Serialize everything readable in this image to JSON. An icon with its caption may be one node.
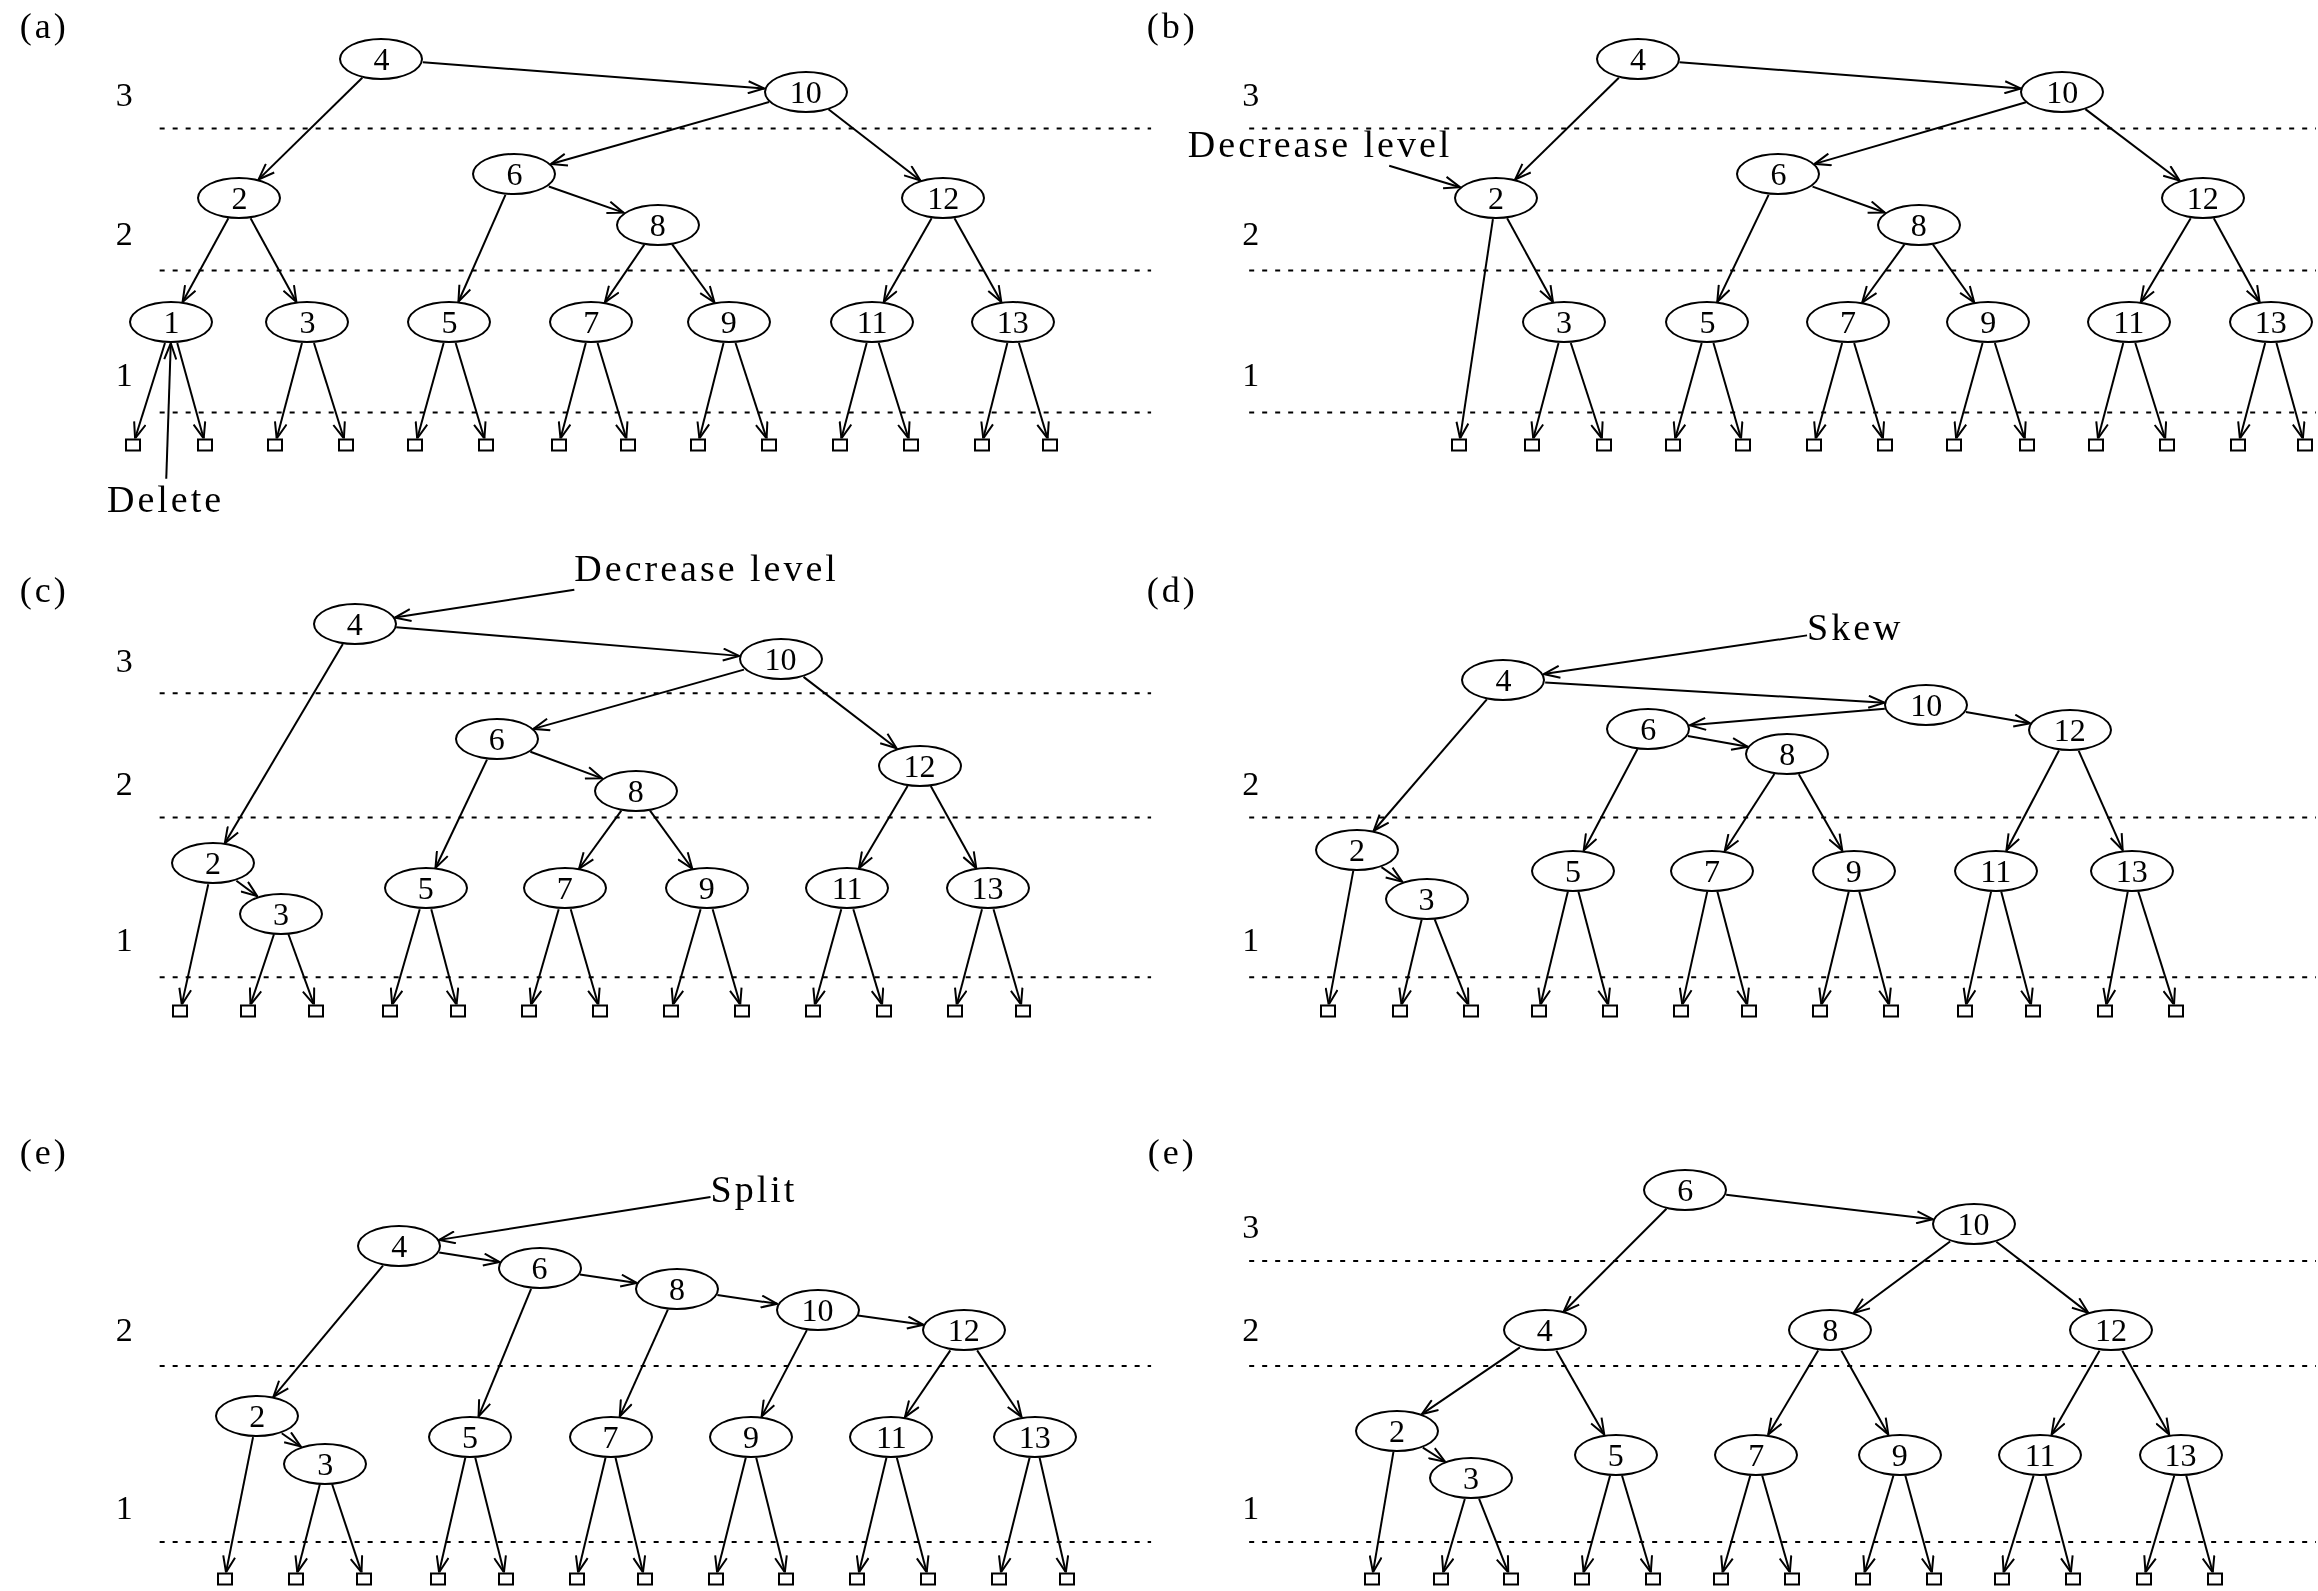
{
  "diagram": {
    "nodes": [
      {
        "text": [
          "4"
        ]
      },
      {
        "text": [
          "10"
        ]
      },
      {
        "text": [
          "2"
        ]
      },
      {
        "text": [
          "6"
        ]
      },
      {
        "text": [
          "8"
        ]
      },
      {
        "text": [
          "12"
        ]
      },
      {
        "text": [
          "1"
        ]
      },
      {
        "text": [
          "3"
        ]
      },
      {
        "text": [
          "5"
        ]
      },
      {
        "text": [
          "7"
        ]
      },
      {
        "text": [
          "9"
        ]
      },
      {
        "text": [
          "11"
        ]
      },
      {
        "text": [
          "13"
        ]
      },
      {
        "text": [],
        "shape": "box"
      },
      {
        "text": [],
        "shape": "box"
      },
      {
        "text": [],
        "shape": "box"
      },
      {
        "text": [],
        "shape": "box"
      },
      {
        "text": [],
        "shape": "box"
      },
      {
        "text": [],
        "shape": "box"
      },
      {
        "text": [],
        "shape": "box"
      },
      {
        "text": [],
        "shape": "box"
      },
      {
        "text": [],
        "shape": "box"
      },
      {
        "text": [],
        "shape": "box"
      },
      {
        "text": [],
        "shape": "box"
      },
      {
        "text": [],
        "shape": "box"
      },
      {
        "text": [],
        "shape": "box"
      },
      {
        "text": [],
        "shape": "box"
      },
      {
        "text": [
          "Delete"
        ]
      },
      {
        "text": [
          "4"
        ]
      },
      {
        "text": [
          "10"
        ]
      },
      {
        "text": [
          "2"
        ]
      },
      {
        "text": [
          "6"
        ]
      },
      {
        "text": [
          "8"
        ]
      },
      {
        "text": [
          "12"
        ]
      },
      {
        "text": [
          "3"
        ]
      },
      {
        "text": [
          "5"
        ]
      },
      {
        "text": [
          "7"
        ]
      },
      {
        "text": [
          "9"
        ]
      },
      {
        "text": [
          "11"
        ]
      },
      {
        "text": [
          "13"
        ]
      },
      {
        "text": [],
        "shape": "box"
      },
      {
        "text": [],
        "shape": "box"
      },
      {
        "text": [],
        "shape": "box"
      },
      {
        "text": [],
        "shape": "box"
      },
      {
        "text": [],
        "shape": "box"
      },
      {
        "text": [],
        "shape": "box"
      },
      {
        "text": [],
        "shape": "box"
      },
      {
        "text": [],
        "shape": "box"
      },
      {
        "text": [],
        "shape": "box"
      },
      {
        "text": [],
        "shape": "box"
      },
      {
        "text": [],
        "shape": "box"
      },
      {
        "text": [],
        "shape": "box"
      },
      {
        "text": [],
        "shape": "box"
      },
      {
        "text": [
          "Decrease level"
        ]
      },
      {
        "text": [
          "4"
        ]
      },
      {
        "text": [
          "10"
        ]
      },
      {
        "text": [
          "2"
        ]
      },
      {
        "text": [
          "6"
        ]
      },
      {
        "text": [
          "8"
        ]
      },
      {
        "text": [
          "12"
        ]
      },
      {
        "text": [
          "3"
        ]
      },
      {
        "text": [
          "5"
        ]
      },
      {
        "text": [
          "7"
        ]
      },
      {
        "text": [
          "9"
        ]
      },
      {
        "text": [
          "11"
        ]
      },
      {
        "text": [
          "13"
        ]
      },
      {
        "text": [],
        "shape": "box"
      },
      {
        "text": [],
        "shape": "box"
      },
      {
        "text": [],
        "shape": "box"
      },
      {
        "text": [],
        "shape": "box"
      },
      {
        "text": [],
        "shape": "box"
      },
      {
        "text": [],
        "shape": "box"
      },
      {
        "text": [],
        "shape": "box"
      },
      {
        "text": [],
        "shape": "box"
      },
      {
        "text": [],
        "shape": "box"
      },
      {
        "text": [],
        "shape": "box"
      },
      {
        "text": [],
        "shape": "box"
      },
      {
        "text": [],
        "shape": "box"
      },
      {
        "text": [],
        "shape": "box"
      },
      {
        "text": [
          "Decrease level"
        ]
      },
      {
        "text": [
          "4"
        ]
      },
      {
        "text": [
          "10"
        ]
      },
      {
        "text": [
          "2"
        ]
      },
      {
        "text": [
          "6"
        ]
      },
      {
        "text": [
          "8"
        ]
      },
      {
        "text": [
          "12"
        ]
      },
      {
        "text": [
          "3"
        ]
      },
      {
        "text": [
          "5"
        ]
      },
      {
        "text": [
          "7"
        ]
      },
      {
        "text": [
          "9"
        ]
      },
      {
        "text": [
          "11"
        ]
      },
      {
        "text": [
          "13"
        ]
      },
      {
        "text": [],
        "shape": "box"
      },
      {
        "text": [],
        "shape": "box"
      },
      {
        "text": [],
        "shape": "box"
      },
      {
        "text": [],
        "shape": "box"
      },
      {
        "text": [],
        "shape": "box"
      },
      {
        "text": [],
        "shape": "box"
      },
      {
        "text": [],
        "shape": "box"
      },
      {
        "text": [],
        "shape": "box"
      },
      {
        "text": [],
        "shape": "box"
      },
      {
        "text": [],
        "shape": "box"
      },
      {
        "text": [],
        "shape": "box"
      },
      {
        "text": [],
        "shape": "box"
      },
      {
        "text": [],
        "shape": "box"
      },
      {
        "text": [
          "Skew"
        ]
      },
      {
        "text": [
          "4"
        ]
      },
      {
        "text": [
          "6"
        ]
      },
      {
        "text": [
          "8"
        ]
      },
      {
        "text": [
          "10"
        ]
      },
      {
        "text": [
          "12"
        ]
      },
      {
        "text": [
          "2"
        ]
      },
      {
        "text": [
          "3"
        ]
      },
      {
        "text": [
          "5"
        ]
      },
      {
        "text": [
          "7"
        ]
      },
      {
        "text": [
          "9"
        ]
      },
      {
        "text": [
          "11"
        ]
      },
      {
        "text": [
          "13"
        ]
      },
      {
        "text": [],
        "shape": "box"
      },
      {
        "text": [],
        "shape": "box"
      },
      {
        "text": [],
        "shape": "box"
      },
      {
        "text": [],
        "shape": "box"
      },
      {
        "text": [],
        "shape": "box"
      },
      {
        "text": [],
        "shape": "box"
      },
      {
        "text": [],
        "shape": "box"
      },
      {
        "text": [],
        "shape": "box"
      },
      {
        "text": [],
        "shape": "box"
      },
      {
        "text": [],
        "shape": "box"
      },
      {
        "text": [],
        "shape": "box"
      },
      {
        "text": [],
        "shape": "box"
      },
      {
        "text": [],
        "shape": "box"
      },
      {
        "text": [
          "Split"
        ]
      },
      {
        "text": [
          "6"
        ]
      },
      {
        "text": [
          "10"
        ]
      },
      {
        "text": [
          "4"
        ]
      },
      {
        "text": [
          "8"
        ]
      },
      {
        "text": [
          "12"
        ]
      },
      {
        "text": [
          "2"
        ]
      },
      {
        "text": [
          "3"
        ]
      },
      {
        "text": [
          "5"
        ]
      },
      {
        "text": [
          "7"
        ]
      },
      {
        "text": [
          "9"
        ]
      },
      {
        "text": [
          "11"
        ]
      },
      {
        "text": [
          "13"
        ]
      },
      {
        "text": [],
        "shape": "box"
      },
      {
        "text": [],
        "shape": "box"
      },
      {
        "text": [],
        "shape": "box"
      },
      {
        "text": [],
        "shape": "box"
      },
      {
        "text": [],
        "shape": "box"
      },
      {
        "text": [],
        "shape": "box"
      },
      {
        "text": [],
        "shape": "box"
      },
      {
        "text": [],
        "shape": "box"
      },
      {
        "text": [],
        "shape": "box"
      },
      {
        "text": [],
        "shape": "box"
      },
      {
        "text": [],
        "shape": "box"
      },
      {
        "text": [],
        "shape": "box"
      },
      {
        "text": [],
        "shape": "box"
      }
    ],
    "edges": [
      {
        "from": 0,
        "to": 1,
        "arrow": "to"
      },
      {
        "from": 0,
        "to": 2,
        "arrow": "to"
      },
      {
        "from": 1,
        "to": 3,
        "arrow": "to"
      },
      {
        "from": 1,
        "to": 5,
        "arrow": "to"
      },
      {
        "from": 3,
        "to": 4,
        "arrow": "to"
      },
      {
        "from": 3,
        "to": 8,
        "arrow": "to"
      },
      {
        "from": 4,
        "to": 9,
        "arrow": "to"
      },
      {
        "from": 4,
        "to": 10,
        "arrow": "to"
      },
      {
        "from": 5,
        "to": 11,
        "arrow": "to"
      },
      {
        "from": 5,
        "to": 12,
        "arrow": "to"
      },
      {
        "from": 2,
        "to": 6,
        "arrow": "to"
      },
      {
        "from": 2,
        "to": 7,
        "arrow": "to"
      },
      {
        "from": 6,
        "to": 13,
        "arrow": "to"
      },
      {
        "from": 6,
        "to": 14,
        "arrow": "to"
      },
      {
        "from": 7,
        "to": 15,
        "arrow": "to"
      },
      {
        "from": 7,
        "to": 16,
        "arrow": "to"
      },
      {
        "from": 8,
        "to": 17,
        "arrow": "to"
      },
      {
        "from": 8,
        "to": 18,
        "arrow": "to"
      },
      {
        "from": 9,
        "to": 19,
        "arrow": "to"
      },
      {
        "from": 9,
        "to": 20,
        "arrow": "to"
      },
      {
        "from": 10,
        "to": 21,
        "arrow": "to"
      },
      {
        "from": 10,
        "to": 22,
        "arrow": "to"
      },
      {
        "from": 11,
        "to": 23,
        "arrow": "to"
      },
      {
        "from": 11,
        "to": 24,
        "arrow": "to"
      },
      {
        "from": 12,
        "to": 25,
        "arrow": "to"
      },
      {
        "from": 12,
        "to": 26,
        "arrow": "to"
      },
      {
        "from": 27,
        "to": 6,
        "arrow": "to"
      },
      {
        "from": 28,
        "to": 29,
        "arrow": "to"
      },
      {
        "from": 28,
        "to": 30,
        "arrow": "to"
      },
      {
        "from": 29,
        "to": 31,
        "arrow": "to"
      },
      {
        "from": 29,
        "to": 33,
        "arrow": "to"
      },
      {
        "from": 31,
        "to": 32,
        "arrow": "to"
      },
      {
        "from": 31,
        "to": 35,
        "arrow": "to"
      },
      {
        "from": 32,
        "to": 36,
        "arrow": "to"
      },
      {
        "from": 32,
        "to": 37,
        "arrow": "to"
      },
      {
        "from": 33,
        "to": 38,
        "arrow": "to"
      },
      {
        "from": 33,
        "to": 39,
        "arrow": "to"
      },
      {
        "from": 30,
        "to": 34,
        "arrow": "to"
      },
      {
        "from": 30,
        "to": 40,
        "arrow": "to"
      },
      {
        "from": 34,
        "to": 41,
        "arrow": "to"
      },
      {
        "from": 34,
        "to": 42,
        "arrow": "to"
      },
      {
        "from": 35,
        "to": 43,
        "arrow": "to"
      },
      {
        "from": 35,
        "to": 44,
        "arrow": "to"
      },
      {
        "from": 36,
        "to": 45,
        "arrow": "to"
      },
      {
        "from": 36,
        "to": 46,
        "arrow": "to"
      },
      {
        "from": 37,
        "to": 47,
        "arrow": "to"
      },
      {
        "from": 37,
        "to": 48,
        "arrow": "to"
      },
      {
        "from": 38,
        "to": 49,
        "arrow": "to"
      },
      {
        "from": 38,
        "to": 50,
        "arrow": "to"
      },
      {
        "from": 39,
        "to": 51,
        "arrow": "to"
      },
      {
        "from": 39,
        "to": 52,
        "arrow": "to"
      },
      {
        "from": 53,
        "to": 30,
        "arrow": "to"
      },
      {
        "from": 54,
        "to": 55,
        "arrow": "to"
      },
      {
        "from": 54,
        "to": 56,
        "arrow": "to"
      },
      {
        "from": 55,
        "to": 57,
        "arrow": "to"
      },
      {
        "from": 55,
        "to": 59,
        "arrow": "to"
      },
      {
        "from": 57,
        "to": 58,
        "arrow": "to"
      },
      {
        "from": 57,
        "to": 61,
        "arrow": "to"
      },
      {
        "from": 58,
        "to": 62,
        "arrow": "to"
      },
      {
        "from": 58,
        "to": 63,
        "arrow": "to"
      },
      {
        "from": 59,
        "to": 64,
        "arrow": "to"
      },
      {
        "from": 59,
        "to": 65,
        "arrow": "to"
      },
      {
        "from": 56,
        "to": 60,
        "arrow": "to"
      },
      {
        "from": 56,
        "to": 66,
        "arrow": "to"
      },
      {
        "from": 60,
        "to": 67,
        "arrow": "to"
      },
      {
        "from": 60,
        "to": 68,
        "arrow": "to"
      },
      {
        "from": 61,
        "to": 69,
        "arrow": "to"
      },
      {
        "from": 61,
        "to": 70,
        "arrow": "to"
      },
      {
        "from": 62,
        "to": 71,
        "arrow": "to"
      },
      {
        "from": 62,
        "to": 72,
        "arrow": "to"
      },
      {
        "from": 63,
        "to": 73,
        "arrow": "to"
      },
      {
        "from": 63,
        "to": 74,
        "arrow": "to"
      },
      {
        "from": 64,
        "to": 75,
        "arrow": "to"
      },
      {
        "from": 64,
        "to": 76,
        "arrow": "to"
      },
      {
        "from": 65,
        "to": 77,
        "arrow": "to"
      },
      {
        "from": 65,
        "to": 78,
        "arrow": "to"
      },
      {
        "from": 79,
        "to": 54,
        "arrow": "to"
      },
      {
        "from": 80,
        "to": 81,
        "arrow": "to"
      },
      {
        "from": 80,
        "to": 82,
        "arrow": "to"
      },
      {
        "from": 81,
        "to": 83,
        "arrow": "to"
      },
      {
        "from": 81,
        "to": 85,
        "arrow": "to"
      },
      {
        "from": 83,
        "to": 84,
        "arrow": "to"
      },
      {
        "from": 83,
        "to": 87,
        "arrow": "to"
      },
      {
        "from": 84,
        "to": 88,
        "arrow": "to"
      },
      {
        "from": 84,
        "to": 89,
        "arrow": "to"
      },
      {
        "from": 85,
        "to": 90,
        "arrow": "to"
      },
      {
        "from": 85,
        "to": 91,
        "arrow": "to"
      },
      {
        "from": 82,
        "to": 86,
        "arrow": "to"
      },
      {
        "from": 82,
        "to": 92,
        "arrow": "to"
      },
      {
        "from": 86,
        "to": 93,
        "arrow": "to"
      },
      {
        "from": 86,
        "to": 94,
        "arrow": "to"
      },
      {
        "from": 87,
        "to": 95,
        "arrow": "to"
      },
      {
        "from": 87,
        "to": 96,
        "arrow": "to"
      },
      {
        "from": 88,
        "to": 97,
        "arrow": "to"
      },
      {
        "from": 88,
        "to": 98,
        "arrow": "to"
      },
      {
        "from": 89,
        "to": 99,
        "arrow": "to"
      },
      {
        "from": 89,
        "to": 100,
        "arrow": "to"
      },
      {
        "from": 90,
        "to": 101,
        "arrow": "to"
      },
      {
        "from": 90,
        "to": 102,
        "arrow": "to"
      },
      {
        "from": 91,
        "to": 103,
        "arrow": "to"
      },
      {
        "from": 91,
        "to": 104,
        "arrow": "to"
      },
      {
        "from": 105,
        "to": 80,
        "arrow": "to"
      },
      {
        "from": 106,
        "to": 107,
        "arrow": "to"
      },
      {
        "from": 107,
        "to": 108,
        "arrow": "to"
      },
      {
        "from": 108,
        "to": 109,
        "arrow": "to"
      },
      {
        "from": 109,
        "to": 110,
        "arrow": "to"
      },
      {
        "from": 106,
        "to": 111,
        "arrow": "to"
      },
      {
        "from": 111,
        "to": 112,
        "arrow": "to"
      },
      {
        "from": 107,
        "to": 113,
        "arrow": "to"
      },
      {
        "from": 108,
        "to": 114,
        "arrow": "to"
      },
      {
        "from": 109,
        "to": 115,
        "arrow": "to"
      },
      {
        "from": 110,
        "to": 116,
        "arrow": "to"
      },
      {
        "from": 110,
        "to": 117,
        "arrow": "to"
      },
      {
        "from": 111,
        "to": 118,
        "arrow": "to"
      },
      {
        "from": 112,
        "to": 119,
        "arrow": "to"
      },
      {
        "from": 112,
        "to": 120,
        "arrow": "to"
      },
      {
        "from": 113,
        "to": 121,
        "arrow": "to"
      },
      {
        "from": 113,
        "to": 122,
        "arrow": "to"
      },
      {
        "from": 114,
        "to": 123,
        "arrow": "to"
      },
      {
        "from": 114,
        "to": 124,
        "arrow": "to"
      },
      {
        "from": 115,
        "to": 125,
        "arrow": "to"
      },
      {
        "from": 115,
        "to": 126,
        "arrow": "to"
      },
      {
        "from": 116,
        "to": 127,
        "arrow": "to"
      },
      {
        "from": 116,
        "to": 128,
        "arrow": "to"
      },
      {
        "from": 117,
        "to": 129,
        "arrow": "to"
      },
      {
        "from": 117,
        "to": 130,
        "arrow": "to"
      },
      {
        "from": 131,
        "to": 106,
        "arrow": "to"
      },
      {
        "from": 132,
        "to": 133,
        "arrow": "to"
      },
      {
        "from": 132,
        "to": 134,
        "arrow": "to"
      },
      {
        "from": 133,
        "to": 135,
        "arrow": "to"
      },
      {
        "from": 133,
        "to": 136,
        "arrow": "to"
      },
      {
        "from": 134,
        "to": 137,
        "arrow": "to"
      },
      {
        "from": 134,
        "to": 139,
        "arrow": "to"
      },
      {
        "from": 137,
        "to": 138,
        "arrow": "to"
      },
      {
        "from": 135,
        "to": 140,
        "arrow": "to"
      },
      {
        "from": 135,
        "to": 141,
        "arrow": "to"
      },
      {
        "from": 136,
        "to": 142,
        "arrow": "to"
      },
      {
        "from": 136,
        "to": 143,
        "arrow": "to"
      },
      {
        "from": 137,
        "to": 144,
        "arrow": "to"
      },
      {
        "from": 138,
        "to": 145,
        "arrow": "to"
      },
      {
        "from": 138,
        "to": 146,
        "arrow": "to"
      },
      {
        "from": 139,
        "to": 147,
        "arrow": "to"
      },
      {
        "from": 139,
        "to": 148,
        "arrow": "to"
      },
      {
        "from": 140,
        "to": 149,
        "arrow": "to"
      },
      {
        "from": 140,
        "to": 150,
        "arrow": "to"
      },
      {
        "from": 141,
        "to": 151,
        "arrow": "to"
      },
      {
        "from": 141,
        "to": 152,
        "arrow": "to"
      },
      {
        "from": 142,
        "to": 153,
        "arrow": "to"
      },
      {
        "from": 142,
        "to": 154,
        "arrow": "to"
      },
      {
        "from": 143,
        "to": 155,
        "arrow": "to"
      },
      {
        "from": 143,
        "to": 156,
        "arrow": "to"
      }
    ],
    "labels": [
      "(a)",
      "3",
      "2",
      "1",
      "(b)",
      "3",
      "2",
      "1",
      "(c)",
      "3",
      "2",
      "1",
      "(d)",
      "2",
      "1",
      "(e)",
      "2",
      "1",
      "(e)",
      "3",
      "2",
      "1"
    ]
  }
}
